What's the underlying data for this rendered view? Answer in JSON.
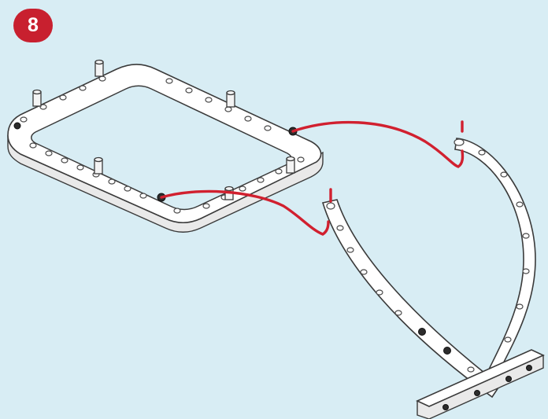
{
  "step": {
    "number": "8"
  },
  "colors": {
    "background": "#d8edf4",
    "badge": "#c8202f",
    "guide_line": "#d1202f",
    "part": "#ffffff"
  },
  "icons": [
    "step-number-badge",
    "rectangular-frame-part",
    "curved-beam-part",
    "connector-peg",
    "assembly-guide-line"
  ]
}
